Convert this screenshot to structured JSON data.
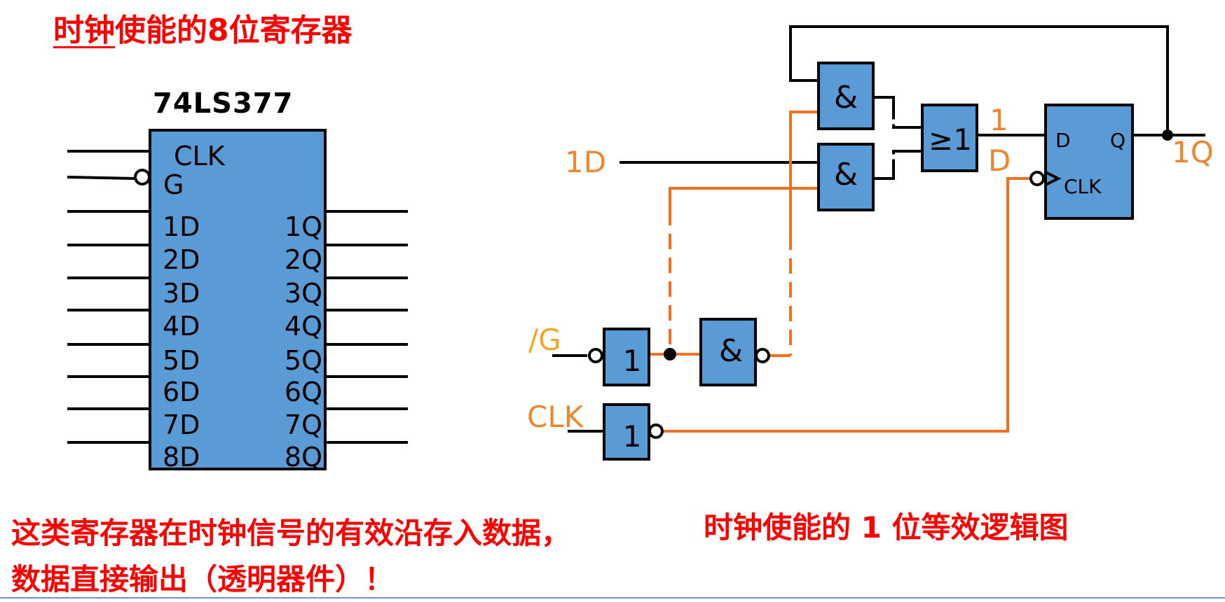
{
  "title": {
    "underlined_part": "时钟",
    "rest_part": "使能的8位寄存器"
  },
  "chip": {
    "name": "74LS377",
    "clk_label": "CLK",
    "g_label": "G",
    "d_pins": [
      "1D",
      "2D",
      "3D",
      "4D",
      "5D",
      "6D",
      "7D",
      "8D"
    ],
    "q_pins": [
      "1Q",
      "2Q",
      "3Q",
      "4Q",
      "5Q",
      "6Q",
      "7Q",
      "8Q"
    ]
  },
  "logic": {
    "and_symbol": "&",
    "or_symbol": "≥1",
    "not_symbol": "1",
    "input_1d": "1D",
    "input_g": "/G",
    "input_clk": "CLK",
    "output_1q": "1Q",
    "ff_d": "D",
    "ff_q": "Q",
    "ff_clk": "CLK",
    "wire_label_top": "1",
    "wire_label_bottom": "D"
  },
  "notes": {
    "left_line1": "这类寄存器在时钟信号的有效沿存入数据，",
    "left_line2": "数据直接输出（透明器件）！",
    "right_caption": "时钟使能的 1 位等效逻辑图"
  },
  "colors": {
    "red": "#ff0000",
    "blue_fill": "#5b9bd5",
    "orange_wire": "#f07020",
    "orange_label": "#f0852d",
    "black": "#000000",
    "rule": "#6f8fd0"
  }
}
